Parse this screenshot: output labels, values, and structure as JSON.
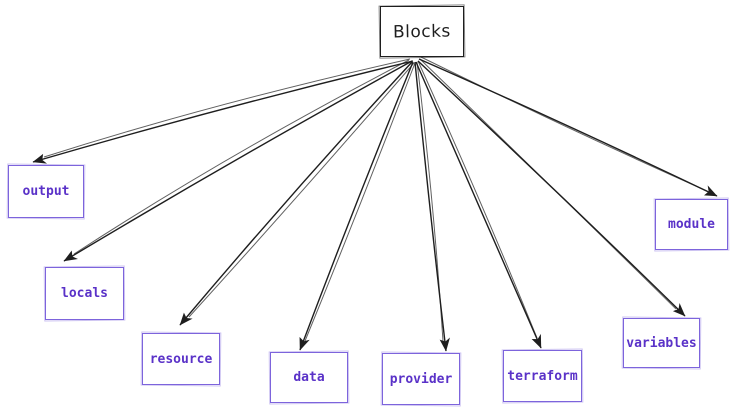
{
  "colors": {
    "background": "#ffffff",
    "arrow": "#1e1e1e",
    "root_border": "#1e1e1e",
    "root_text": "#1e1e1e",
    "node_border": "#7d64dc",
    "node_text": "#5a32c8"
  },
  "diagram": {
    "type": "tree",
    "root": {
      "label": "Blocks"
    },
    "nodes": [
      {
        "id": "output",
        "label": "output"
      },
      {
        "id": "locals",
        "label": "locals"
      },
      {
        "id": "resource",
        "label": "resource"
      },
      {
        "id": "data",
        "label": "data"
      },
      {
        "id": "provider",
        "label": "provider"
      },
      {
        "id": "terraform",
        "label": "terraform"
      },
      {
        "id": "variables",
        "label": "variables"
      },
      {
        "id": "module",
        "label": "module"
      }
    ],
    "edges": [
      {
        "from": "Blocks",
        "to": "output"
      },
      {
        "from": "Blocks",
        "to": "locals"
      },
      {
        "from": "Blocks",
        "to": "resource"
      },
      {
        "from": "Blocks",
        "to": "data"
      },
      {
        "from": "Blocks",
        "to": "provider"
      },
      {
        "from": "Blocks",
        "to": "terraform"
      },
      {
        "from": "Blocks",
        "to": "variables"
      },
      {
        "from": "Blocks",
        "to": "module"
      }
    ]
  }
}
